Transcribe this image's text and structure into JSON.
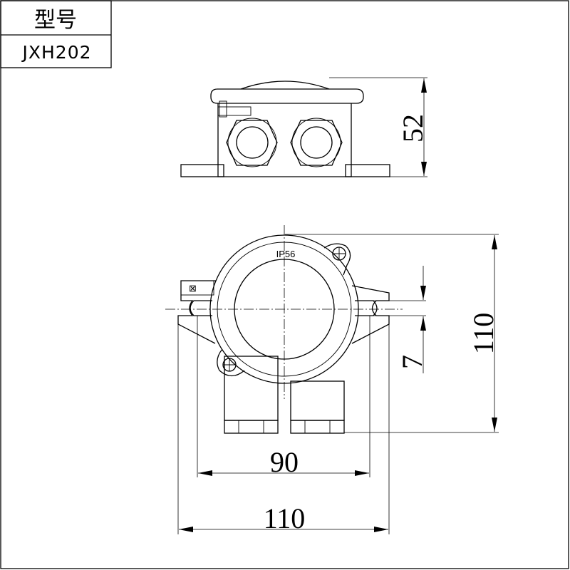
{
  "title_block": {
    "model_header": "型号",
    "model_value": "JXH202"
  },
  "enclosure": {
    "rating_marking": "IP56"
  },
  "dimensions": {
    "side_height": "52",
    "front_overall_height": "110",
    "slot_width": "7",
    "mounting_hole_spacing": "90",
    "base_overall_width": "110"
  }
}
